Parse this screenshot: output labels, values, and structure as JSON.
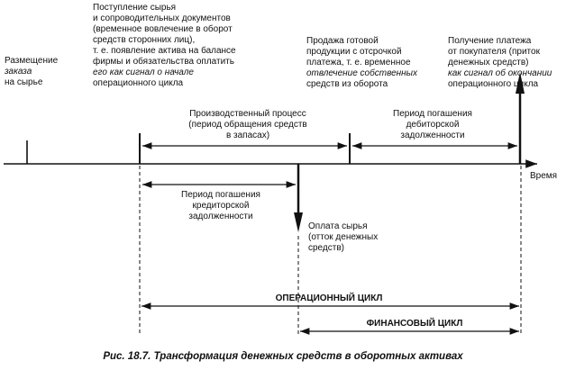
{
  "events": {
    "order": [
      "Размещение",
      "заказа",
      "на сырье"
    ],
    "receipt": [
      "Поступление сырья",
      "и сопроводительных документов",
      "(временное вовлечение в оборот",
      "средств сторонних лиц),",
      "т. е. появление актива на балансе",
      "фирмы и обязательства оплатить",
      "его как сигнал о начале",
      "операционного цикла"
    ],
    "sale": [
      "Продажа готовой",
      "продукции с отсрочкой",
      "платежа, т. е. временное",
      "отвлечение собственных",
      "средств из оборота"
    ],
    "payment_received": [
      "Получение платежа",
      "от покупателя (приток",
      "денежных средств)",
      "как сигнал об окончании",
      "операционного цикла"
    ],
    "payment_made": [
      "Оплата сырья",
      "(отток денежных",
      "средств)"
    ]
  },
  "periods": {
    "production": [
      "Производственный процесс",
      "(период обращения средств",
      "в запасах)"
    ],
    "receivables": [
      "Период погашения",
      "дебиторской",
      "задолженности"
    ],
    "payables": [
      "Период погашения",
      "кредиторской",
      "задолженности"
    ]
  },
  "axis_label": "Время",
  "operating_cycle": "ОПЕРАЦИОННЫЙ ЦИКЛ",
  "financial_cycle": "ФИНАНСОВЫЙ ЦИКЛ",
  "caption": "Рис. 18.7. Трансформация денежных средств в оборотных активах"
}
